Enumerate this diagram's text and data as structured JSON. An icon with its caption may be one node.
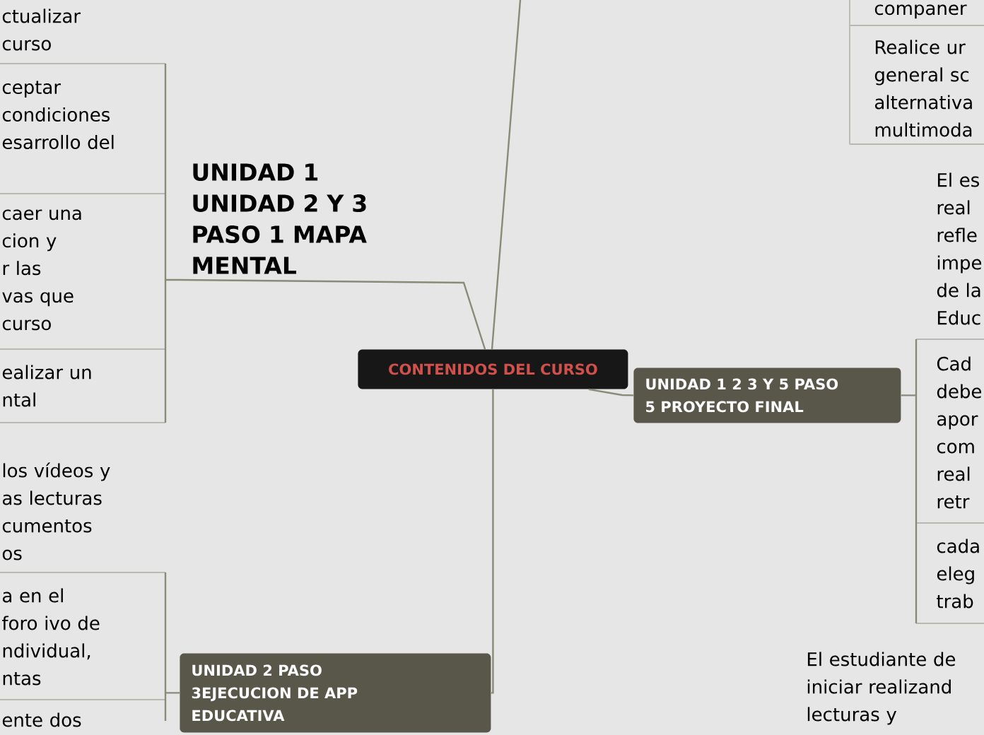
{
  "diagram": {
    "nodes": [
      {
        "text": [
          "CONTENIDOS DEL CURSO"
        ]
      },
      {
        "text": [
          "UNIDAD 1 UNIDAD 2 Y 3 PASO 1 MAPA MENTAL"
        ]
      },
      {
        "text": [
          "ctualizar curso"
        ]
      },
      {
        "text": [
          "ceptar condiciones esarrollo del"
        ]
      },
      {
        "text": [
          "caer una cion y r las vas que curso"
        ]
      },
      {
        "text": [
          "ealizar un ntal"
        ]
      },
      {
        "text": [
          "companer"
        ]
      },
      {
        "text": [
          "Realice ur general sc alternativa multimoda"
        ]
      },
      {
        "text": [
          "UNIDAD 1 2 3 Y 5 PASO 5 PROYECTO FINAL"
        ]
      },
      {
        "text": [
          "El es real refle impe de la Educ"
        ]
      },
      {
        "text": [
          "Cad debe apor com real retr"
        ]
      },
      {
        "text": [
          "cada eleg trab"
        ]
      },
      {
        "text": [
          "los vídeos y as lecturas cumentos os"
        ]
      },
      {
        "text": [
          "a en el foro ivo de ndividual, ntas"
        ]
      },
      {
        "text": [
          "ente dos"
        ]
      },
      {
        "text": [
          "UNIDAD 2 PASO 3EJECUCION DE APP EDUCATIVA"
        ]
      },
      {
        "text": [
          "El estudiante de iniciar realizand lecturas y"
        ]
      }
    ],
    "edges": [
      {
        "from": 0,
        "to": 1,
        "arrow": "none"
      },
      {
        "from": 0,
        "to": null,
        "arrow": "none"
      },
      {
        "from": 1,
        "to": 3,
        "arrow": "none"
      },
      {
        "from": 1,
        "to": 4,
        "arrow": "none"
      },
      {
        "from": 1,
        "to": 5,
        "arrow": "none"
      },
      {
        "from": 0,
        "to": 8,
        "arrow": "none"
      },
      {
        "from": 8,
        "to": 10,
        "arrow": "none"
      },
      {
        "from": 8,
        "to": 11,
        "arrow": "none"
      },
      {
        "from": 0,
        "to": 15,
        "arrow": "none"
      },
      {
        "from": 15,
        "to": 13,
        "arrow": "none"
      },
      {
        "from": 15,
        "to": 14,
        "arrow": "none"
      }
    ]
  }
}
